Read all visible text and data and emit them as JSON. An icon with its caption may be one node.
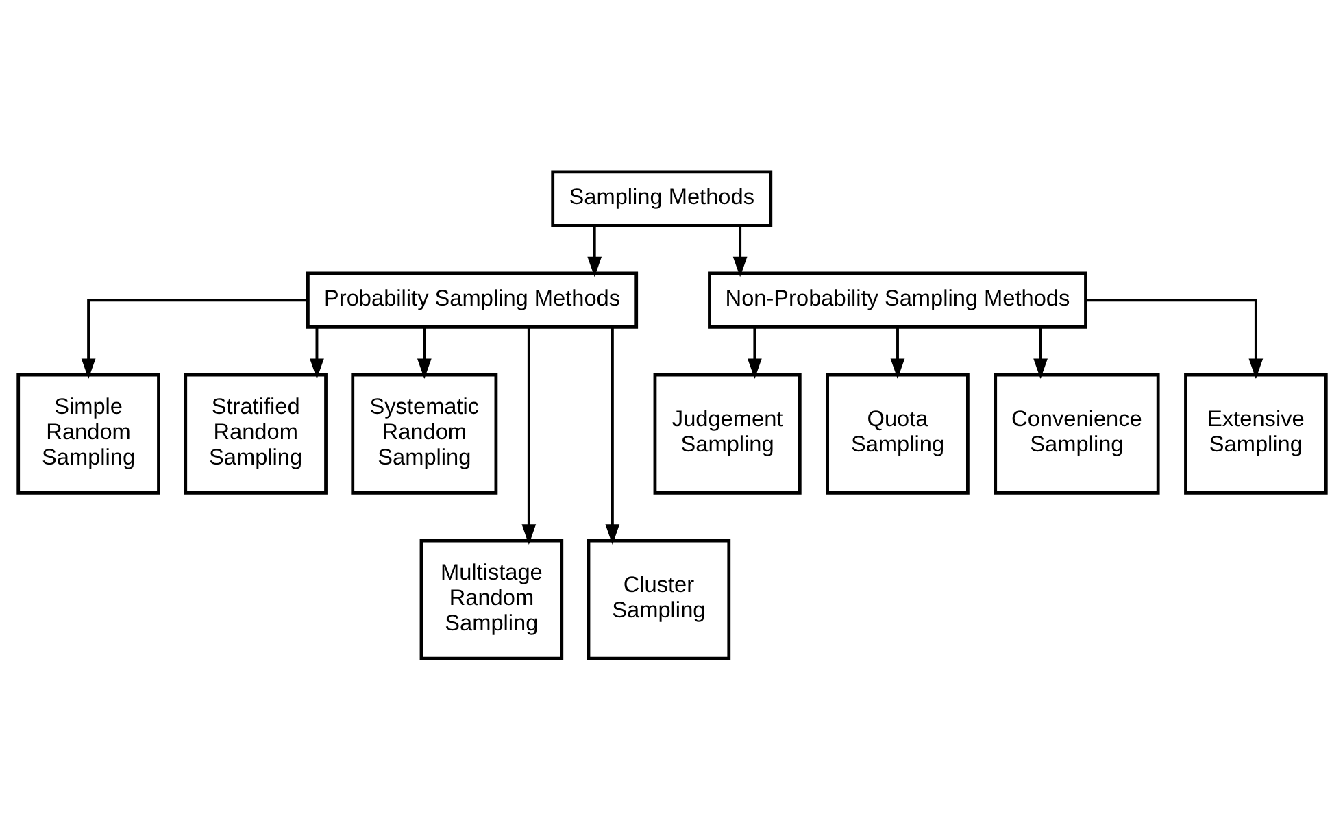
{
  "diagram": {
    "nodes": [
      {
        "text": [
          "Sampling Methods"
        ]
      },
      {
        "text": [
          "Probability Sampling Methods"
        ]
      },
      {
        "text": [
          "Non-Probability Sampling Methods"
        ]
      },
      {
        "text": [
          "Simple Random Sampling"
        ]
      },
      {
        "text": [
          "Stratified Random Sampling"
        ]
      },
      {
        "text": [
          "Systematic Random Sampling"
        ]
      },
      {
        "text": [
          "Multistage Random Sampling"
        ]
      },
      {
        "text": [
          "Cluster Sampling"
        ]
      },
      {
        "text": [
          "Judgement Sampling"
        ]
      },
      {
        "text": [
          "Quota Sampling"
        ]
      },
      {
        "text": [
          "Convenience Sampling"
        ]
      },
      {
        "text": [
          "Extensive Sampling"
        ]
      }
    ],
    "edges": [
      {
        "from": 0,
        "to": 1,
        "arrow": "to"
      },
      {
        "from": 0,
        "to": 2,
        "arrow": "to"
      },
      {
        "from": 1,
        "to": 3,
        "arrow": "to"
      },
      {
        "from": 1,
        "to": 6,
        "arrow": "to"
      },
      {
        "from": 1,
        "to": 4,
        "arrow": "to"
      },
      {
        "from": 1,
        "to": 7,
        "arrow": "to"
      },
      {
        "from": 1,
        "to": 5,
        "arrow": "to"
      },
      {
        "from": 2,
        "to": 8,
        "arrow": "to"
      },
      {
        "from": 2,
        "to": 9,
        "arrow": "to"
      },
      {
        "from": 2,
        "to": 10,
        "arrow": "to"
      },
      {
        "from": 2,
        "to": 11,
        "arrow": "to"
      }
    ]
  }
}
